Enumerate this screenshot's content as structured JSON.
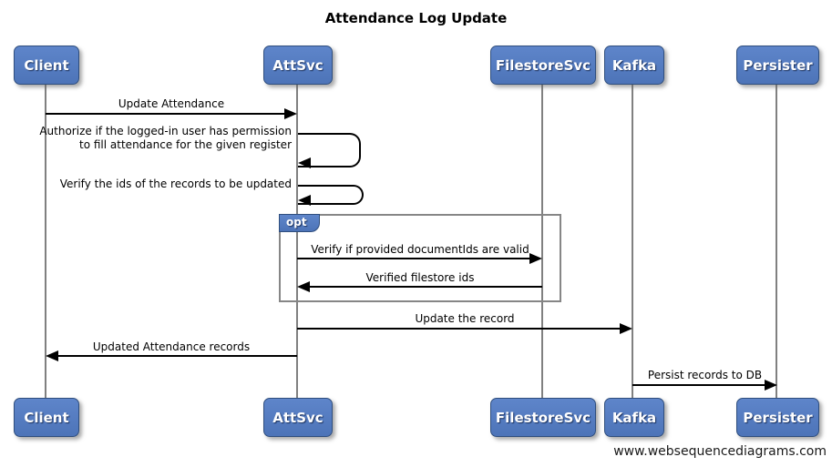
{
  "title": "Attendance Log Update",
  "footer": "www.websequencediagrams.com",
  "diagram_type": "sequence",
  "colors": {
    "actor_fill": "#5279be",
    "actor_border": "#2f4e7d",
    "lifeline": "#808080",
    "arrow": "#000000",
    "fragment_border": "#868686",
    "background": "#ffffff"
  },
  "actors": [
    {
      "name": "Client"
    },
    {
      "name": "AttSvc"
    },
    {
      "name": "FilestoreSvc"
    },
    {
      "name": "Kafka"
    },
    {
      "name": "Persister"
    }
  ],
  "fragment": {
    "operator": "opt",
    "contains": [
      "Verify if provided documentIds are valid",
      "Verified filestore ids"
    ]
  },
  "messages": [
    {
      "from": "Client",
      "to": "AttSvc",
      "type": "solid-arrow",
      "label": "Update Attendance"
    },
    {
      "from": "AttSvc",
      "to": "AttSvc",
      "type": "self",
      "label": "Authorize if the logged-in user has permission\nto fill attendance for the given register"
    },
    {
      "from": "AttSvc",
      "to": "AttSvc",
      "type": "self",
      "label": "Verify the ids of the records to be updated"
    },
    {
      "from": "AttSvc",
      "to": "FilestoreSvc",
      "type": "solid-arrow",
      "label": "Verify if provided documentIds are valid"
    },
    {
      "from": "FilestoreSvc",
      "to": "AttSvc",
      "type": "solid-arrow",
      "label": "Verified filestore ids"
    },
    {
      "from": "AttSvc",
      "to": "Kafka",
      "type": "solid-arrow",
      "label": "Update the record"
    },
    {
      "from": "AttSvc",
      "to": "Client",
      "type": "solid-arrow",
      "label": "Updated Attendance records"
    },
    {
      "from": "Kafka",
      "to": "Persister",
      "type": "solid-arrow",
      "label": "Persist records to DB"
    }
  ]
}
